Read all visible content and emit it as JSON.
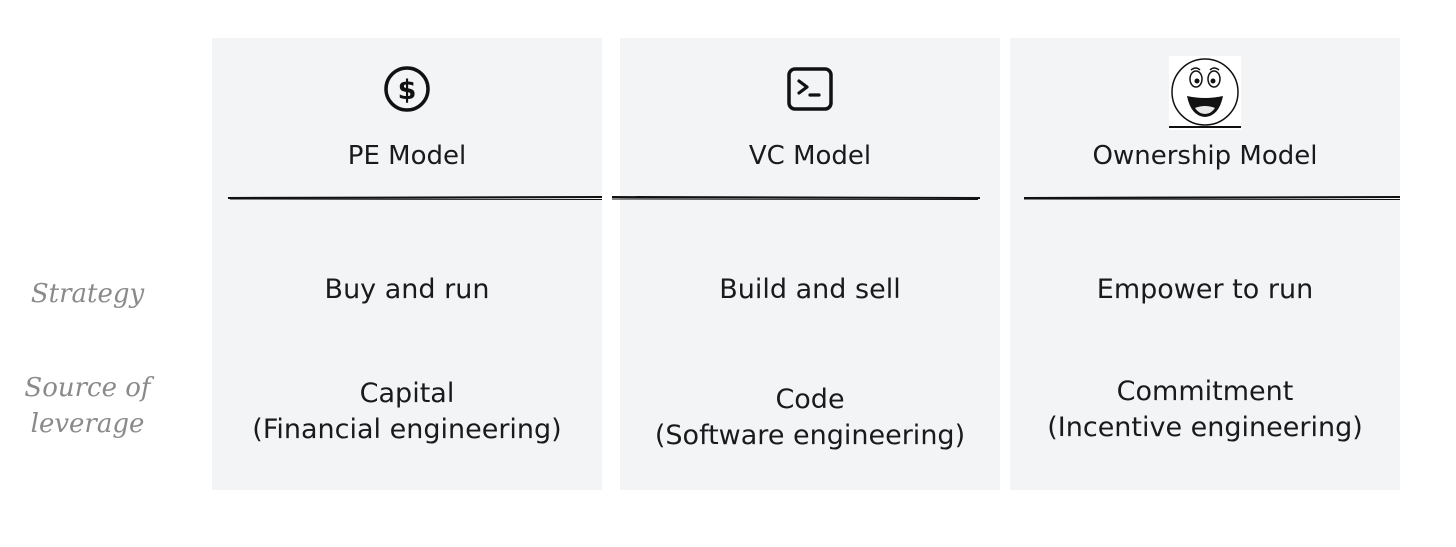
{
  "row_labels": {
    "strategy": "Strategy",
    "source_of_leverage_line1": "Source of",
    "source_of_leverage_line2": "leverage"
  },
  "columns": [
    {
      "icon": "dollar-coin-icon",
      "title": "PE Model",
      "strategy": "Buy and run",
      "leverage_line1": "Capital",
      "leverage_line2": "(Financial engineering)"
    },
    {
      "icon": "terminal-icon",
      "title": "VC Model",
      "strategy": "Build and sell",
      "leverage_line1": "Code",
      "leverage_line2": "(Software engineering)"
    },
    {
      "icon": "smiley-face-icon",
      "title": "Ownership Model",
      "strategy": "Empower to run",
      "leverage_line1": "Commitment",
      "leverage_line2": "(Incentive engineering)"
    }
  ]
}
